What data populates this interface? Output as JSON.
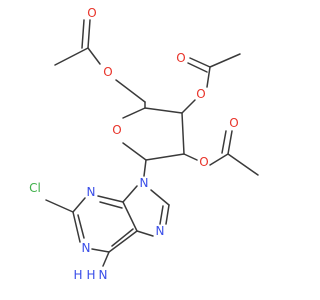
{
  "structure": {
    "atoms": {
      "o_acetyl_top_carbonyl": "O",
      "o_acetyl_top_ester": "O",
      "o_acetyl_mid_carbonyl": "O",
      "o_acetyl_mid_ester": "O",
      "o_acetyl_low_carbonyl": "O",
      "o_acetyl_low_ester": "O",
      "o_ring": "O",
      "n9": "N",
      "n3": "N",
      "n1": "N",
      "n7": "N",
      "cl": "Cl",
      "nh2_n": "N",
      "nh2_h": "H",
      "nh2_h2": "H"
    }
  },
  "colors": {
    "bond": "#3a3a3a",
    "oxygen": "#e8342a",
    "nitrogen": "#3a4ee8",
    "chlorine": "#3fb04a"
  }
}
